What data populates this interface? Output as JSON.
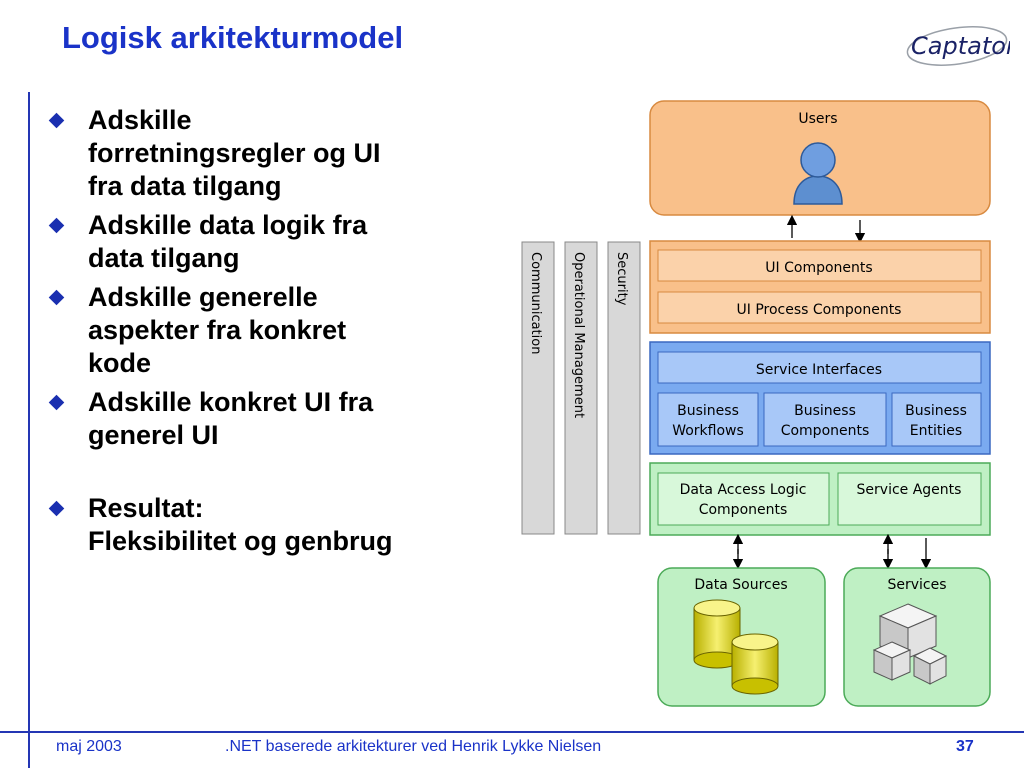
{
  "title": "Logisk arkitekturmodel",
  "logo_text": "Captator",
  "bullets": [
    [
      "Adskille",
      "forretningsregler og UI",
      "fra data tilgang"
    ],
    [
      "Adskille data logik fra",
      "data tilgang"
    ],
    [
      "Adskille generelle",
      "aspekter fra konkret",
      "kode"
    ],
    [
      "Adskille konkret UI fra",
      "generel UI"
    ]
  ],
  "result": [
    "Resultat:",
    "Fleksibilitet og genbrug"
  ],
  "diagram": {
    "users": "Users",
    "vertical": [
      "Communication",
      "Operational Management",
      "Security"
    ],
    "ui_components": "UI Components",
    "ui_process": "UI Process Components",
    "service_interfaces": "Service Interfaces",
    "business_workflows": [
      "Business",
      "Workflows"
    ],
    "business_components": [
      "Business",
      "Components"
    ],
    "business_entities": [
      "Business",
      "Entities"
    ],
    "data_access": [
      "Data Access Logic",
      "Components"
    ],
    "service_agents": "Service Agents",
    "data_sources": "Data Sources",
    "services": "Services"
  },
  "footer": {
    "date": "maj 2003",
    "center": ".NET baserede arkitekturer ved Henrik Lykke Nielsen",
    "page": "37"
  }
}
